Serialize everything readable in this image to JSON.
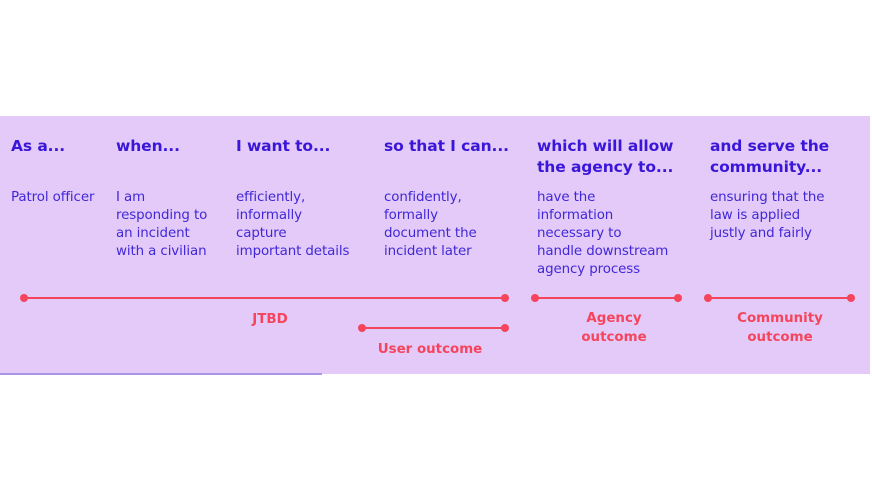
{
  "columns": [
    {
      "heading": [
        "As a..."
      ],
      "body": [
        "Patrol officer"
      ]
    },
    {
      "heading": [
        "when..."
      ],
      "body": [
        "I am",
        "responding to",
        "an incident",
        "with a civilian"
      ]
    },
    {
      "heading": [
        "I want to..."
      ],
      "body": [
        "efficiently,",
        "informally",
        "capture",
        "important details"
      ]
    },
    {
      "heading": [
        "so that I can..."
      ],
      "body": [
        "confidently,",
        "formally",
        "document the",
        "incident later"
      ]
    },
    {
      "heading": [
        "which will allow",
        "the agency to..."
      ],
      "body": [
        "have the",
        "information",
        "necessary to",
        "handle downstream",
        "agency process"
      ]
    },
    {
      "heading": [
        "and serve the",
        "community..."
      ],
      "body": [
        "ensuring that the",
        "law is applied",
        "justly and fairly"
      ]
    }
  ],
  "spans": [
    {
      "label": [
        "JTBD"
      ],
      "from_column": 0,
      "to_column": 3
    },
    {
      "label": [
        "User outcome"
      ],
      "from_column": 3,
      "to_column": 3
    },
    {
      "label": [
        "Agency",
        "outcome"
      ],
      "from_column": 4,
      "to_column": 4
    },
    {
      "label": [
        "Community",
        "outcome"
      ],
      "from_column": 5,
      "to_column": 5
    }
  ],
  "colors": {
    "panel_background": "#e3caf9",
    "heading_text": "#3a17d8",
    "body_text": "#4128d6",
    "accent": "#f5455c"
  }
}
